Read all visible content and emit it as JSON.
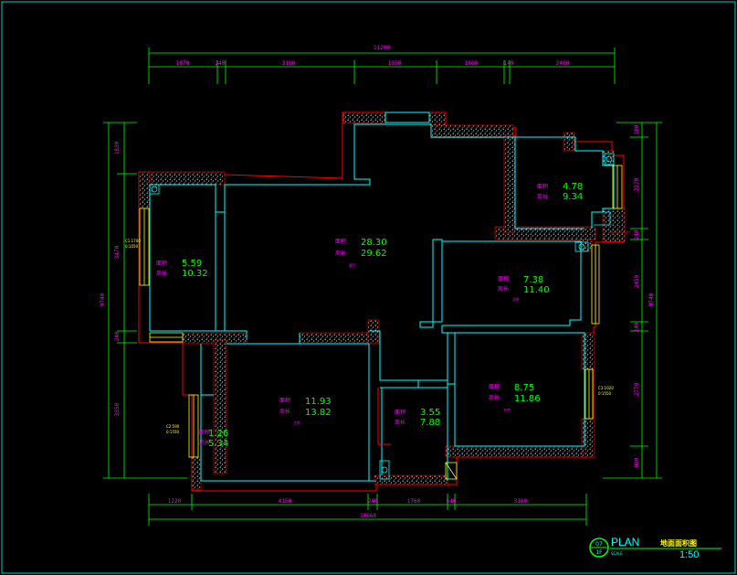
{
  "dimensions": {
    "top_total": "11290",
    "top": [
      "1670",
      "240",
      "3190",
      "1950",
      "1600",
      "140",
      "2460"
    ],
    "bottom_total": "10660",
    "bottom": [
      "1220",
      "4150",
      "240",
      "1760",
      "140",
      "3160"
    ],
    "left_total": "9740",
    "left": [
      "1830",
      "3470",
      "240",
      "3350"
    ],
    "right_total": "9740",
    "right": [
      "180",
      "2370",
      "240",
      "2450",
      "240",
      "2770",
      "900"
    ]
  },
  "window_tags": {
    "left_upper": [
      "C1:1700",
      "0:1550"
    ],
    "left_lower": [
      "C2:590",
      "0:1550"
    ],
    "right_lower": [
      "C3:1020",
      "0:1550"
    ]
  },
  "rooms": {
    "living": {
      "area_label": "面积",
      "area": "28.30",
      "perim_label": "周长",
      "perim": "29.62",
      "tag": "客厅"
    },
    "bed_nw": {
      "area_label": "面积",
      "area": "5.59",
      "perim_label": "周长",
      "perim": "10.32"
    },
    "kitchen": {
      "area_label": "面积",
      "area": "4.78",
      "perim_label": "周长",
      "perim": "9.34"
    },
    "bed_e": {
      "area_label": "面积",
      "area": "7.38",
      "perim_label": "周长",
      "perim": "11.40",
      "tag": "次卧"
    },
    "bed_s": {
      "area_label": "面积",
      "area": "11.93",
      "perim_label": "周长",
      "perim": "13.82",
      "tag": "主卧"
    },
    "bath": {
      "area_label": "面积",
      "area": "3.55",
      "perim_label": "周长",
      "perim": "7.88"
    },
    "bed_se": {
      "area_label": "面积",
      "area": "8.75",
      "perim_label": "周长",
      "perim": "11.86",
      "tag": "书房"
    },
    "balcony": {
      "area_label": "面积",
      "area": "1.26",
      "perim_label": "周长",
      "perim": "5.34"
    }
  },
  "title_block": {
    "plan": "PLAN",
    "title_cn": "地面面积图",
    "scale_label": "SCALE",
    "scale": "1:50",
    "badge_top": "07",
    "badge_bottom": "1F"
  },
  "colors": {
    "wall": "#00ffff",
    "outline": "#ff0000",
    "dimension": "#00ff00",
    "dim_text": "#ff00ff",
    "window": "#ffff00",
    "hatch": "#c8c8c8"
  }
}
